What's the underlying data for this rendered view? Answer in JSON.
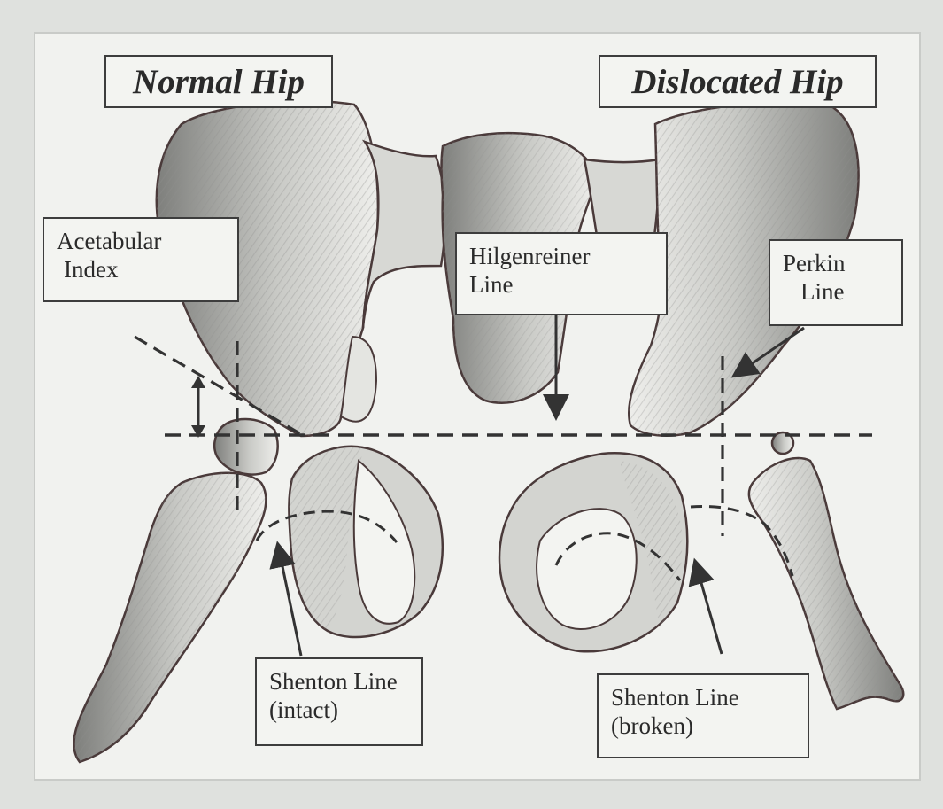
{
  "titles": {
    "normal_hip": "Normal Hip",
    "dislocated_hip": "Dislocated Hip"
  },
  "labels": {
    "acetabular_index": [
      "Acetabular",
      "Index"
    ],
    "hilgenreiner_line": [
      "Hilgenreiner",
      "Line"
    ],
    "perkin_line": [
      "Perkin",
      "Line"
    ],
    "shenton_intact": [
      "Shenton Line",
      "(intact)"
    ],
    "shenton_broken": [
      "Shenton Line",
      "(broken)"
    ]
  },
  "colors": {
    "bone_fill": "#ebebe8",
    "bone_shade": "#8f908d",
    "outline": "#4a3a3a",
    "dash_line": "#333333",
    "arrow": "#333333"
  }
}
